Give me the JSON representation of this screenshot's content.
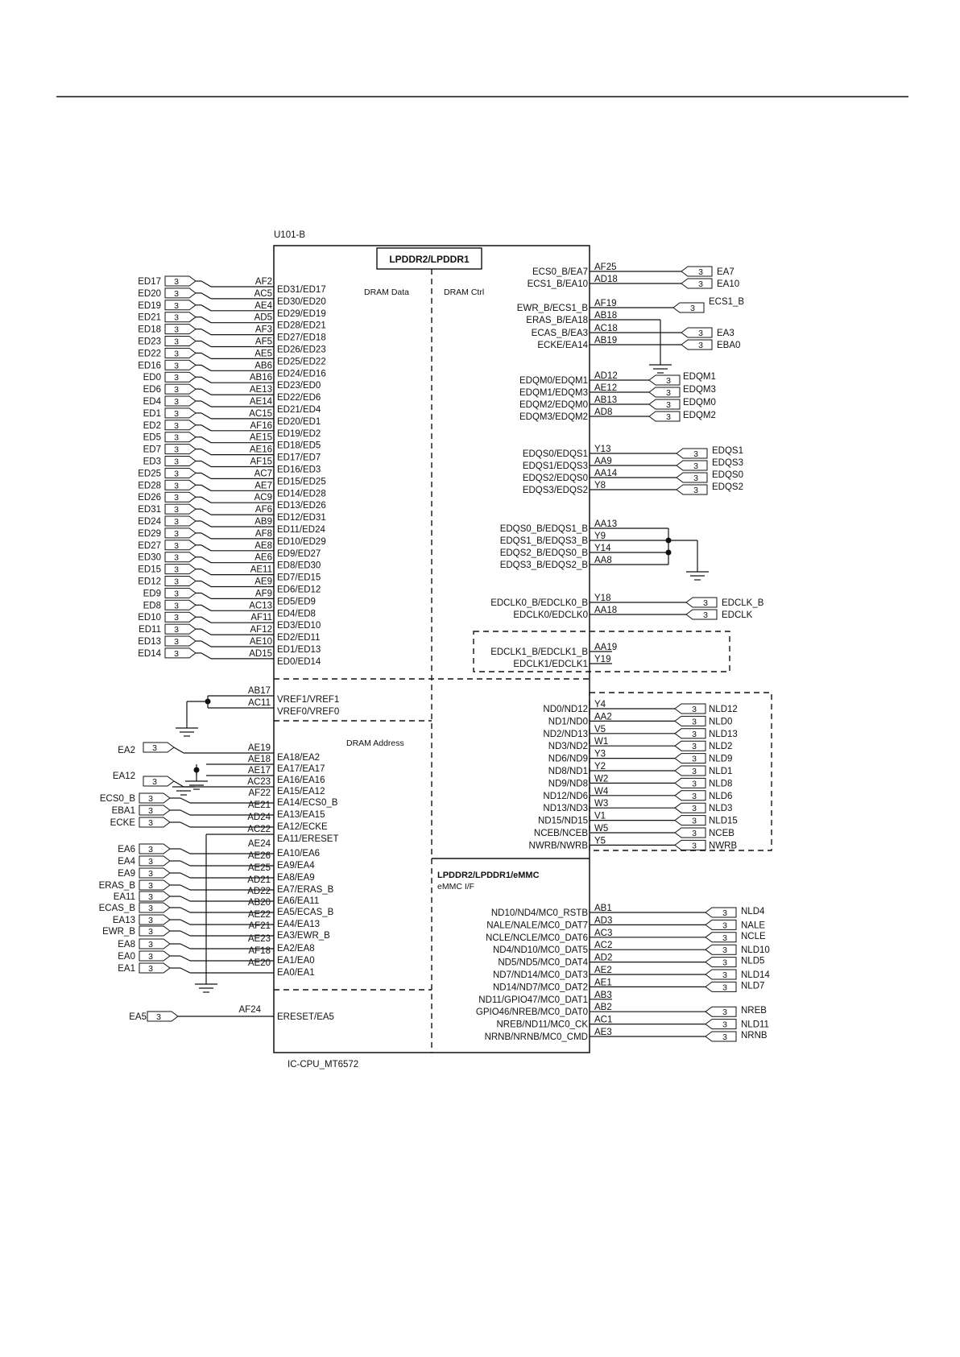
{
  "part": "U101-B",
  "block_title": "LPDDR2/LPDDR1",
  "footer": "IC-CPU_MT6572",
  "section_labels": {
    "dram_data": "DRAM Data",
    "dram_ctrl": "DRAM Ctrl",
    "dram_address": "DRAM Address",
    "emmc_title": "LPDDR2/LPDDR1/eMMC",
    "emmc_sub": "eMMC I/F"
  },
  "tag_digit": "3",
  "data_pins": [
    {
      "net": "ED17",
      "pad": "AF2",
      "func": "ED31/ED17"
    },
    {
      "net": "ED20",
      "pad": "AC5",
      "func": "ED30/ED20"
    },
    {
      "net": "ED19",
      "pad": "AE4",
      "func": "ED29/ED19"
    },
    {
      "net": "ED21",
      "pad": "AD5",
      "func": "ED28/ED21"
    },
    {
      "net": "ED18",
      "pad": "AF3",
      "func": "ED27/ED18"
    },
    {
      "net": "ED23",
      "pad": "AF5",
      "func": "ED26/ED23"
    },
    {
      "net": "ED22",
      "pad": "AE5",
      "func": "ED25/ED22"
    },
    {
      "net": "ED16",
      "pad": "AB6",
      "func": "ED24/ED16"
    },
    {
      "net": "ED0",
      "pad": "AB16",
      "func": "ED23/ED0"
    },
    {
      "net": "ED6",
      "pad": "AE13",
      "func": "ED22/ED6"
    },
    {
      "net": "ED4",
      "pad": "AE14",
      "func": "ED21/ED4"
    },
    {
      "net": "ED1",
      "pad": "AC15",
      "func": "ED20/ED1"
    },
    {
      "net": "ED2",
      "pad": "AF16",
      "func": "ED19/ED2"
    },
    {
      "net": "ED5",
      "pad": "AE15",
      "func": "ED18/ED5"
    },
    {
      "net": "ED7",
      "pad": "AE16",
      "func": "ED17/ED7"
    },
    {
      "net": "ED3",
      "pad": "AF15",
      "func": "ED16/ED3"
    },
    {
      "net": "ED25",
      "pad": "AC7",
      "func": "ED15/ED25"
    },
    {
      "net": "ED28",
      "pad": "AE7",
      "func": "ED14/ED28"
    },
    {
      "net": "ED26",
      "pad": "AC9",
      "func": "ED13/ED26"
    },
    {
      "net": "ED31",
      "pad": "AF6",
      "func": "ED12/ED31"
    },
    {
      "net": "ED24",
      "pad": "AB9",
      "func": "ED11/ED24"
    },
    {
      "net": "ED29",
      "pad": "AF8",
      "func": "ED10/ED29"
    },
    {
      "net": "ED27",
      "pad": "AE8",
      "func": "ED9/ED27"
    },
    {
      "net": "ED30",
      "pad": "AE6",
      "func": "ED8/ED30"
    },
    {
      "net": "ED15",
      "pad": "AE11",
      "func": "ED7/ED15"
    },
    {
      "net": "ED12",
      "pad": "AE9",
      "func": "ED6/ED12"
    },
    {
      "net": "ED9",
      "pad": "AF9",
      "func": "ED5/ED9"
    },
    {
      "net": "ED8",
      "pad": "AC13",
      "func": "ED4/ED8"
    },
    {
      "net": "ED10",
      "pad": "AF11",
      "func": "ED3/ED10"
    },
    {
      "net": "ED11",
      "pad": "AF12",
      "func": "ED2/ED11"
    },
    {
      "net": "ED13",
      "pad": "AE10",
      "func": "ED1/ED13"
    },
    {
      "net": "ED14",
      "pad": "AD15",
      "func": "ED0/ED14"
    }
  ],
  "vref_pins": [
    {
      "pad": "AB17",
      "func": "VREF1/VREF1"
    },
    {
      "pad": "AC11",
      "func": "VREF0/VREF0"
    }
  ],
  "addr_pins": [
    {
      "net": "EA2",
      "pad": "AE19",
      "func": "EA18/EA2"
    },
    {
      "net": "",
      "pad": "AE18",
      "func": "EA17/EA17"
    },
    {
      "net": "",
      "pad": "AE17",
      "func": "EA16/EA16"
    },
    {
      "net": "EA12",
      "pad": "AC23",
      "func": "EA15/EA12"
    },
    {
      "net": "ECS0_B",
      "pad": "AF22",
      "func": "EA14/ECS0_B"
    },
    {
      "net": "EBA1",
      "pad": "AE21",
      "func": "EA13/EA15"
    },
    {
      "net": "ECKE",
      "pad": "AD24",
      "func": "EA12/ECKE"
    },
    {
      "net": "",
      "pad": "AC22",
      "func": "EA11/ERESET"
    },
    {
      "net": "EA6",
      "pad": "AE24",
      "func": "EA10/EA6"
    },
    {
      "net": "EA4",
      "pad": "AE26",
      "func": "EA9/EA4"
    },
    {
      "net": "EA9",
      "pad": "AE25",
      "func": "EA8/EA9"
    },
    {
      "net": "ERAS_B",
      "pad": "AD21",
      "func": "EA7/ERAS_B"
    },
    {
      "net": "EA11",
      "pad": "AD22",
      "func": "EA6/EA11"
    },
    {
      "net": "ECAS_B",
      "pad": "AB20",
      "func": "EA5/ECAS_B"
    },
    {
      "net": "EA13",
      "pad": "AE22",
      "func": "EA4/EA13"
    },
    {
      "net": "EWR_B",
      "pad": "AF21",
      "func": "EA3/EWR_B"
    },
    {
      "net": "EA8",
      "pad": "AE23",
      "func": "EA2/EA8"
    },
    {
      "net": "EA0",
      "pad": "AF18",
      "func": "EA1/EA0"
    },
    {
      "net": "EA1",
      "pad": "AE20",
      "func": "EA0/EA1"
    }
  ],
  "ereset": {
    "net": "EA5",
    "pad": "AF24",
    "func": "ERESET/EA5"
  },
  "ctrl_pins": [
    {
      "func": "ECS0_B/EA7",
      "pad": "AF25",
      "net": "EA7"
    },
    {
      "func": "ECS1_B/EA10",
      "pad": "AD18",
      "net": "EA10"
    },
    {
      "func": "EWR_B/ECS1_B",
      "pad": "AF19",
      "net": "ECS1_B"
    },
    {
      "func": "ERAS_B/EA18",
      "pad": "AB18",
      "net": ""
    },
    {
      "func": "ECAS_B/EA3",
      "pad": "AC18",
      "net": "EA3"
    },
    {
      "func": "ECKE/EA14",
      "pad": "AB19",
      "net": "EBA0"
    }
  ],
  "dqm_pins": [
    {
      "func": "EDQM0/EDQM1",
      "pad": "AD12",
      "net": "EDQM1"
    },
    {
      "func": "EDQM1/EDQM3",
      "pad": "AE12",
      "net": "EDQM3"
    },
    {
      "func": "EDQM2/EDQM0",
      "pad": "AB13",
      "net": "EDQM0"
    },
    {
      "func": "EDQM3/EDQM2",
      "pad": "AD8",
      "net": "EDQM2"
    }
  ],
  "dqs_pins": [
    {
      "func": "EDQS0/EDQS1",
      "pad": "Y13",
      "net": "EDQS1"
    },
    {
      "func": "EDQS1/EDQS3",
      "pad": "AA9",
      "net": "EDQS3"
    },
    {
      "func": "EDQS2/EDQS0",
      "pad": "AA14",
      "net": "EDQS0"
    },
    {
      "func": "EDQS3/EDQS2",
      "pad": "Y8",
      "net": "EDQS2"
    }
  ],
  "dqsb_pins": [
    {
      "func": "EDQS0_B/EDQS1_B",
      "pad": "AA13"
    },
    {
      "func": "EDQS1_B/EDQS3_B",
      "pad": "Y9"
    },
    {
      "func": "EDQS2_B/EDQS0_B",
      "pad": "Y14"
    },
    {
      "func": "EDQS3_B/EDQS2_B",
      "pad": "AA8"
    }
  ],
  "clk_pins": [
    {
      "func": "EDCLK0_B/EDCLK0_B",
      "pad": "Y18",
      "net": "EDCLK_B"
    },
    {
      "func": "EDCLK0/EDCLK0",
      "pad": "AA18",
      "net": "EDCLK"
    }
  ],
  "clk1_pins": [
    {
      "func": "EDCLK1_B/EDCLK1_B",
      "pad": "AA19"
    },
    {
      "func": "EDCLK1/EDCLK1",
      "pad": "Y19"
    }
  ],
  "nd_pins": [
    {
      "func": "ND0/ND12",
      "pad": "Y4",
      "net": "NLD12"
    },
    {
      "func": "ND1/ND0",
      "pad": "AA2",
      "net": "NLD0"
    },
    {
      "func": "ND2/ND13",
      "pad": "V5",
      "net": "NLD13"
    },
    {
      "func": "ND3/ND2",
      "pad": "W1",
      "net": "NLD2"
    },
    {
      "func": "ND6/ND9",
      "pad": "Y3",
      "net": "NLD9"
    },
    {
      "func": "ND8/ND1",
      "pad": "Y2",
      "net": "NLD1"
    },
    {
      "func": "ND9/ND8",
      "pad": "W2",
      "net": "NLD8"
    },
    {
      "func": "ND12/ND6",
      "pad": "W4",
      "net": "NLD6"
    },
    {
      "func": "ND13/ND3",
      "pad": "W3",
      "net": "NLD3"
    },
    {
      "func": "ND15/ND15",
      "pad": "V1",
      "net": "NLD15"
    },
    {
      "func": "NCEB/NCEB",
      "pad": "W5",
      "net": "NCEB"
    },
    {
      "func": "NWRB/NWRB",
      "pad": "Y5",
      "net": "NWRB"
    }
  ],
  "emmc_pins": [
    {
      "func": "ND10/ND4/MC0_RSTB",
      "pad": "AB1",
      "net": "NLD4"
    },
    {
      "func": "NALE/NALE/MC0_DAT7",
      "pad": "AD3",
      "net": "NALE"
    },
    {
      "func": "NCLE/NCLE/MC0_DAT6",
      "pad": "AC3",
      "net": "NCLE"
    },
    {
      "func": "ND4/ND10/MC0_DAT5",
      "pad": "AC2",
      "net": "NLD10"
    },
    {
      "func": "ND5/ND5/MC0_DAT4",
      "pad": "AD2",
      "net": "NLD5"
    },
    {
      "func": "ND7/ND14/MC0_DAT3",
      "pad": "AE2",
      "net": "NLD14"
    },
    {
      "func": "ND14/ND7/MC0_DAT2",
      "pad": "AE1",
      "net": "NLD7"
    },
    {
      "func": "ND11/GPIO47/MC0_DAT1",
      "pad": "AB3",
      "net": ""
    },
    {
      "func": "GPIO46/NREB/MC0_DAT0",
      "pad": "AB2",
      "net": "NREB"
    },
    {
      "func": "NREB/ND11/MC0_CK",
      "pad": "AC1",
      "net": "NLD11"
    },
    {
      "func": "NRNB/NRNB/MC0_CMD",
      "pad": "AE3",
      "net": "NRNB"
    }
  ]
}
